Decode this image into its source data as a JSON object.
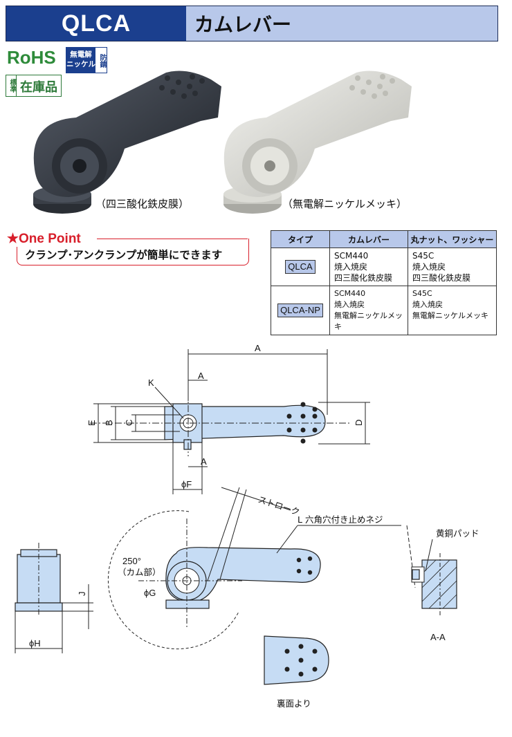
{
  "header": {
    "code": "QLCA",
    "name": "カムレバー"
  },
  "badges": {
    "rohs": "RoHS",
    "nickel_main_1": "無電解",
    "nickel_main_2": "ニッケル",
    "nickel_side": "防錆",
    "stock_side": "標準",
    "stock_main": "在庫品"
  },
  "captions": {
    "black": "（四三酸化鉄皮膜）",
    "silver": "（無電解ニッケルメッキ）"
  },
  "one_point": {
    "title": "★One Point",
    "text": "クランプ･アンクランプが簡単にできます"
  },
  "spec_table": {
    "headers": [
      "タイプ",
      "カムレバー",
      "丸ナット、ワッシャー"
    ],
    "rows": [
      {
        "type": "QLCA",
        "lever": [
          "SCM440",
          "焼入焼戻",
          "四三酸化鉄皮膜"
        ],
        "nut": [
          "S45C",
          "焼入焼戻",
          "四三酸化鉄皮膜"
        ]
      },
      {
        "type": "QLCA-NP",
        "lever": [
          "SCM440",
          "焼入焼戻",
          "無電解ニッケルメッキ"
        ],
        "nut": [
          "S45C",
          "焼入焼戻",
          "無電解ニッケルメッキ"
        ]
      }
    ]
  },
  "drawing": {
    "labels": {
      "A": "A",
      "A2": "A",
      "A3": "A",
      "B": "B",
      "C": "C",
      "D": "D",
      "E": "E",
      "K": "K",
      "phiF": "ϕF",
      "phiG": "ϕG",
      "phiH": "ϕH",
      "J": "J",
      "stroke": "ストローク",
      "L": "L  六角穴付き止めネジ",
      "brass": "黄銅パッド",
      "angle": "250°",
      "angle_note": "（カム部）",
      "section": "A-A",
      "back": "裏面より"
    }
  },
  "colors": {
    "brand_blue": "#1b3f8e",
    "light_blue": "#b8c8ea",
    "part_fill": "#c6dcf4",
    "accent_red": "#d81e2a",
    "rohs_green": "#2e8b3a"
  }
}
